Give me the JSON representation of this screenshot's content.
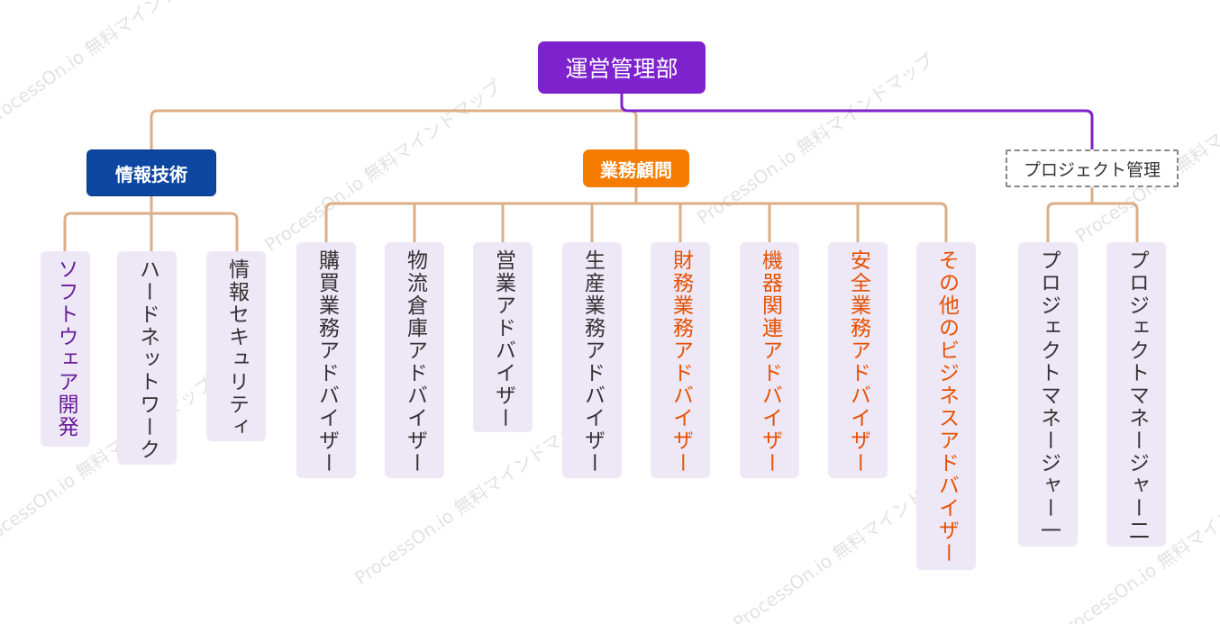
{
  "root": {
    "label": "運営管理部"
  },
  "departments": [
    {
      "label": "情報技術",
      "children": [
        "ソフトウェア開発",
        "ハードネットワーク",
        "情報セキュリティ"
      ]
    },
    {
      "label": "業務顧問",
      "children": [
        "購買業務アドバイザー",
        "物流倉庫アドバイザー",
        "営業アドバイザー",
        "生産業務アドバイザー",
        "財務業務アドバイザー",
        "機器関連アドバイザー",
        "安全業務アドバイザー",
        "その他のビジネスアドバイザー"
      ]
    },
    {
      "label": "プロジェクト管理",
      "children": [
        "プロジェクトマネージャー一",
        "プロジェクトマネージャー二"
      ]
    }
  ],
  "watermark": {
    "text": "ProcessOn.io 無料マインドマップ"
  },
  "colors": {
    "root": "#7e22ce",
    "dept_it": "#0d47a1",
    "dept_advisor": "#f57c00",
    "connector": "#dcae87",
    "highlight_connector": "#7e22ce",
    "leaf_bg": "#ede7f6",
    "orange_text": "#e65100",
    "purple_text": "#6a1b9a"
  }
}
